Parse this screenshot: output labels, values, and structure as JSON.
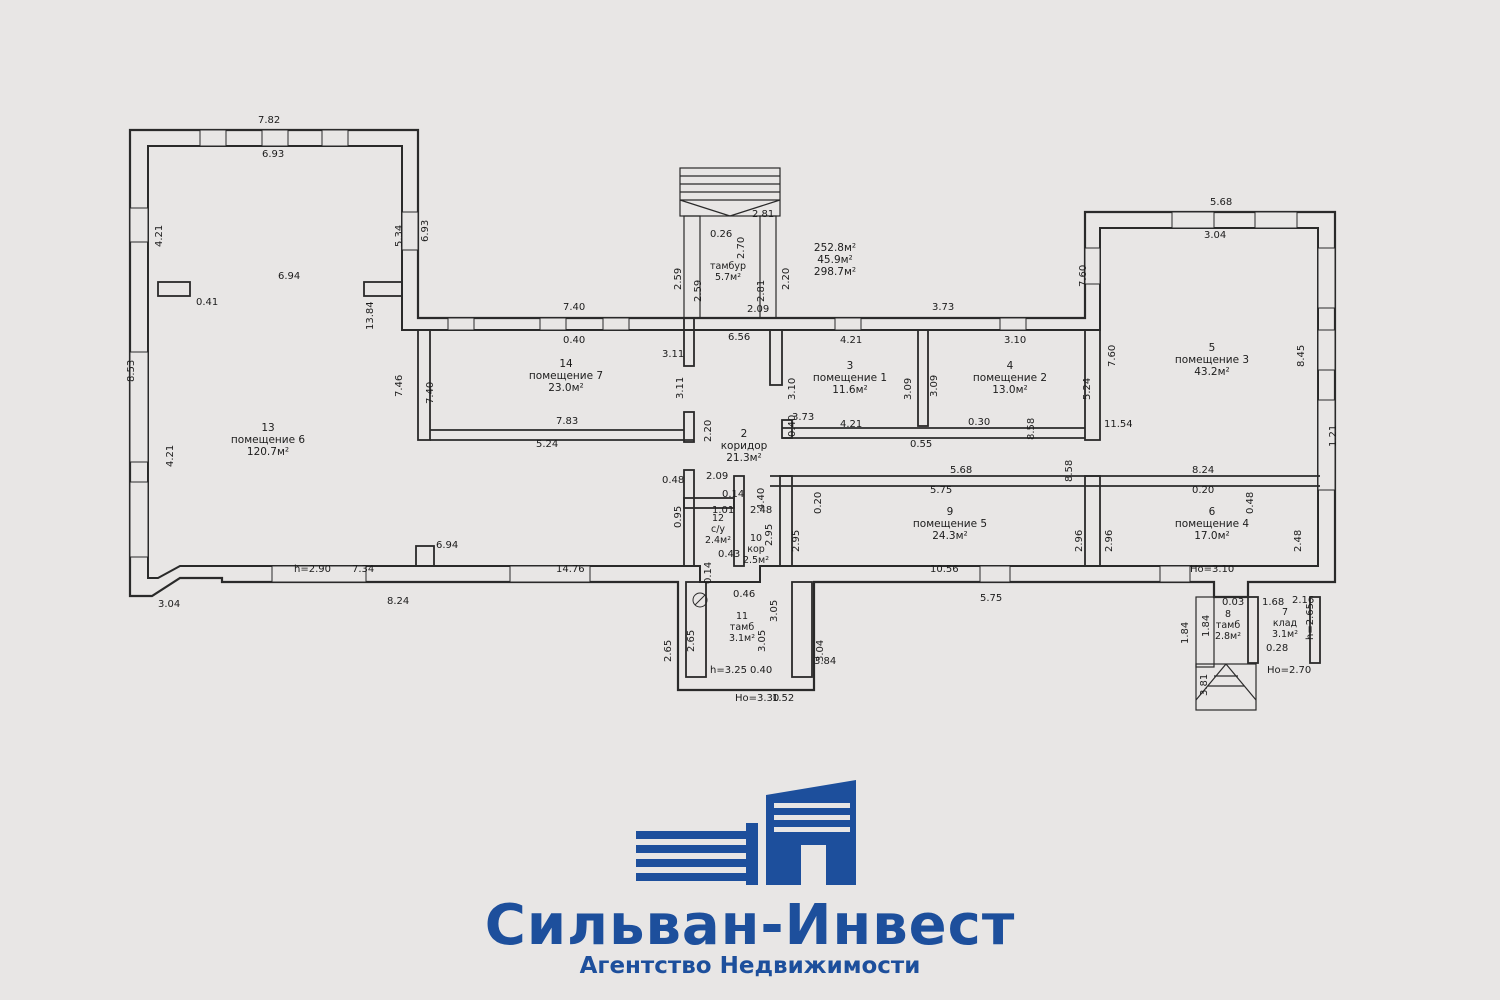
{
  "summary": {
    "total": "252.8м²",
    "aux": "45.9м²",
    "all": "298.7м²"
  },
  "rooms": [
    {
      "num": "14",
      "name": "помещение 7",
      "area": "23.0м²"
    },
    {
      "num": "13",
      "name": "помещение 6",
      "area": "120.7м²"
    },
    {
      "num": "3",
      "name": "помещение 1",
      "area": "11.6м²"
    },
    {
      "num": "4",
      "name": "помещение 2",
      "area": "13.0м²"
    },
    {
      "num": "5",
      "name": "помещение 3",
      "area": "43.2м²"
    },
    {
      "num": "2",
      "name": "коридор",
      "area": "21.3м²"
    },
    {
      "num": "9",
      "name": "помещение 5",
      "area": "24.3м²"
    },
    {
      "num": "6",
      "name": "помещение 4",
      "area": "17.0м²"
    },
    {
      "num": "12",
      "name": "с/у",
      "area": "2.4м²"
    },
    {
      "num": "10",
      "name": "кор",
      "area": "2.5м²"
    },
    {
      "num": "11",
      "name": "тамб",
      "area": "3.1м²"
    },
    {
      "num": "8",
      "name": "тамб",
      "area": "2.8м²"
    },
    {
      "num": "7",
      "name": "клад",
      "area": "3.1м²"
    },
    {
      "num": "",
      "name": "тамбур",
      "area": "5.7м²"
    }
  ],
  "dims": [
    "7.82",
    "6.93",
    "4.21",
    "5.34",
    "6.93",
    "6.94",
    "0.41",
    "13.84",
    "8.53",
    "4.21",
    "7.46",
    "7.40",
    "0.40",
    "3.11",
    "3.11",
    "7.40",
    "7.83",
    "5.24",
    "2.20",
    "0.26",
    "2.70",
    "2.81",
    "2.59",
    "2.59",
    "2.81",
    "2.20",
    "2.09",
    "6.56",
    "5.68",
    "3.04",
    "7.60",
    "7.60",
    "8.45",
    "3.73",
    "4.21",
    "3.10",
    "3.10",
    "3.09",
    "3.09",
    "5.24",
    "0.40",
    "3.73",
    "4.21",
    "0.30",
    "8.58",
    "0.55",
    "11.54",
    "1.21",
    "8.58",
    "5.68",
    "8.24",
    "5.75",
    "0.20",
    "0.20",
    "0.48",
    "0.48",
    "2.09",
    "0.14",
    "4.40",
    "0.95",
    "1.01",
    "2.48",
    "2.95",
    "2.95",
    "2.96",
    "2.96",
    "2.48",
    "0.14",
    "0.43",
    "6.94",
    "h=2.90",
    "7.34",
    "14.76",
    "8.24",
    "10.56",
    "5.75",
    "Ho=3.10",
    "3.04",
    "0.46",
    "3.05",
    "2.65",
    "2.65",
    "3.05",
    "3.04",
    "h=3.25",
    "0.40",
    "3.84",
    "Ho=3.30",
    "1.52",
    "0.03",
    "1.68",
    "2.16",
    "1.84",
    "1.84",
    "h=2.65",
    "0.28",
    "3.81",
    "Ho=2.70"
  ],
  "brand": {
    "name": "Сильван-Инвест",
    "tagline": "Агентство Недвижимости",
    "color": "#1d4f9c"
  }
}
